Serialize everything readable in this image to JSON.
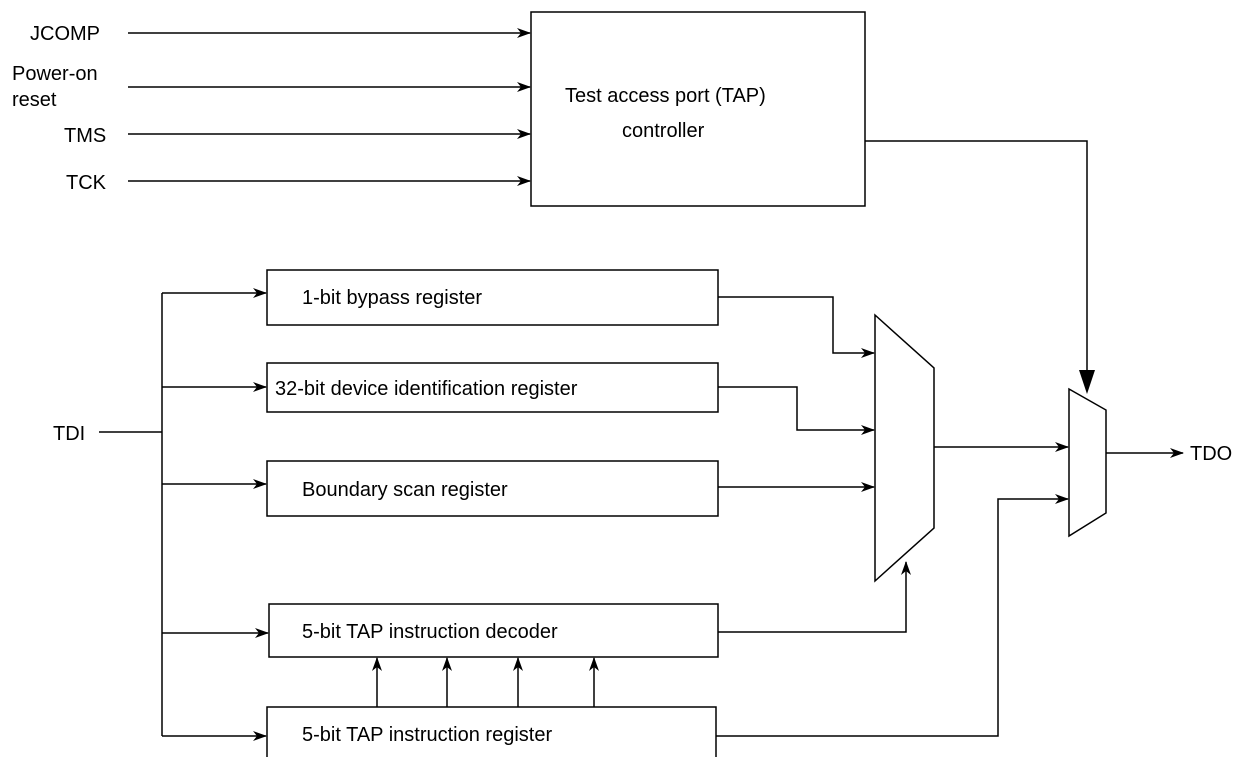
{
  "inputs": {
    "jcomp": "JCOMP",
    "power_on_line1": "Power-on",
    "power_on_line2": "reset",
    "tms": "TMS",
    "tck": "TCK",
    "tdi": "TDI"
  },
  "tap_controller": {
    "line1": "Test access port (TAP)",
    "line2": "controller"
  },
  "registers": {
    "bypass": "1-bit bypass register",
    "device_id": "32-bit device identification register",
    "boundary_scan": "Boundary scan register",
    "instruction_decoder": "5-bit TAP instruction decoder",
    "instruction_register": "5-bit TAP instruction register"
  },
  "outputs": {
    "tdo": "TDO"
  }
}
